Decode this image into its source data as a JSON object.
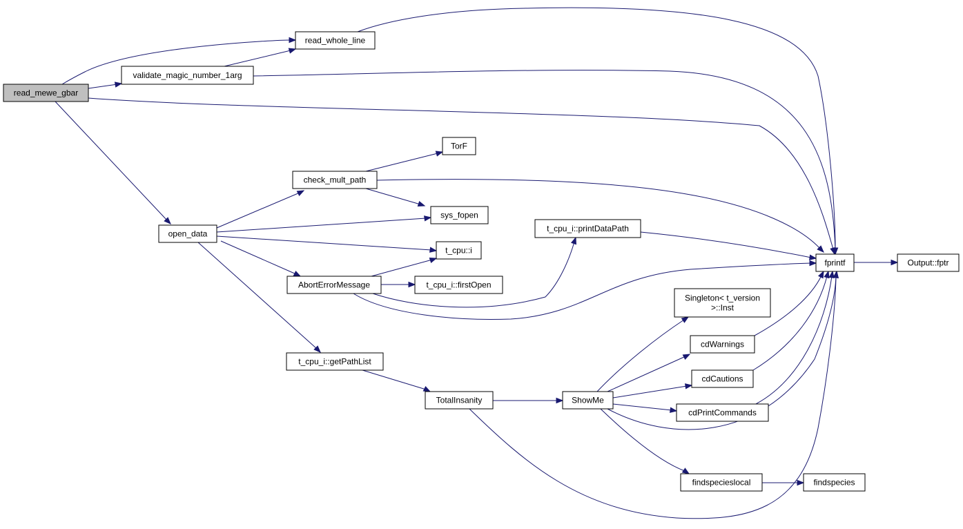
{
  "graph": {
    "type": "call-graph",
    "edge_color": "#191970",
    "root_fill": "#bfbfbf",
    "nodes": [
      {
        "id": "read_mewe_gbar",
        "lines": [
          "read_mewe_gbar"
        ],
        "root": true
      },
      {
        "id": "read_whole_line",
        "lines": [
          "read_whole_line"
        ]
      },
      {
        "id": "validate_magic_number_1arg",
        "lines": [
          "validate_magic_number_1arg"
        ]
      },
      {
        "id": "fprintf",
        "lines": [
          "fprintf"
        ]
      },
      {
        "id": "Output::fptr",
        "lines": [
          "Output::fptr"
        ]
      },
      {
        "id": "open_data",
        "lines": [
          "open_data"
        ]
      },
      {
        "id": "TorF",
        "lines": [
          "TorF"
        ]
      },
      {
        "id": "check_mult_path",
        "lines": [
          "check_mult_path"
        ]
      },
      {
        "id": "sys_fopen",
        "lines": [
          "sys_fopen"
        ]
      },
      {
        "id": "t_cpu_i::printDataPath",
        "lines": [
          "t_cpu_i::printDataPath"
        ]
      },
      {
        "id": "t_cpu::i",
        "lines": [
          "t_cpu::i"
        ]
      },
      {
        "id": "AbortErrorMessage",
        "lines": [
          "AbortErrorMessage"
        ]
      },
      {
        "id": "t_cpu_i::firstOpen",
        "lines": [
          "t_cpu_i::firstOpen"
        ]
      },
      {
        "id": "Singleton< t_version >::Inst",
        "lines": [
          "Singleton< t_version",
          ">::Inst"
        ]
      },
      {
        "id": "cdWarnings",
        "lines": [
          "cdWarnings"
        ]
      },
      {
        "id": "t_cpu_i::getPathList",
        "lines": [
          "t_cpu_i::getPathList"
        ]
      },
      {
        "id": "cdCautions",
        "lines": [
          "cdCautions"
        ]
      },
      {
        "id": "TotalInsanity",
        "lines": [
          "TotalInsanity"
        ]
      },
      {
        "id": "ShowMe",
        "lines": [
          "ShowMe"
        ]
      },
      {
        "id": "cdPrintCommands",
        "lines": [
          "cdPrintCommands"
        ]
      },
      {
        "id": "findspecieslocal",
        "lines": [
          "findspecieslocal"
        ]
      },
      {
        "id": "findspecies",
        "lines": [
          "findspecies"
        ]
      }
    ],
    "edges": [
      {
        "from": "read_mewe_gbar",
        "to": "read_whole_line"
      },
      {
        "from": "read_mewe_gbar",
        "to": "validate_magic_number_1arg"
      },
      {
        "from": "read_mewe_gbar",
        "to": "fprintf"
      },
      {
        "from": "read_mewe_gbar",
        "to": "open_data"
      },
      {
        "from": "read_whole_line",
        "to": "fprintf"
      },
      {
        "from": "validate_magic_number_1arg",
        "to": "read_whole_line"
      },
      {
        "from": "validate_magic_number_1arg",
        "to": "fprintf"
      },
      {
        "from": "fprintf",
        "to": "Output::fptr"
      },
      {
        "from": "open_data",
        "to": "check_mult_path"
      },
      {
        "from": "open_data",
        "to": "sys_fopen"
      },
      {
        "from": "open_data",
        "to": "t_cpu::i"
      },
      {
        "from": "open_data",
        "to": "AbortErrorMessage"
      },
      {
        "from": "open_data",
        "to": "t_cpu_i::getPathList"
      },
      {
        "from": "check_mult_path",
        "to": "TorF"
      },
      {
        "from": "check_mult_path",
        "to": "sys_fopen"
      },
      {
        "from": "check_mult_path",
        "to": "fprintf"
      },
      {
        "from": "t_cpu_i::printDataPath",
        "to": "fprintf"
      },
      {
        "from": "AbortErrorMessage",
        "to": "t_cpu::i"
      },
      {
        "from": "AbortErrorMessage",
        "to": "t_cpu_i::firstOpen"
      },
      {
        "from": "AbortErrorMessage",
        "to": "t_cpu_i::printDataPath"
      },
      {
        "from": "AbortErrorMessage",
        "to": "fprintf"
      },
      {
        "from": "t_cpu_i::getPathList",
        "to": "TotalInsanity"
      },
      {
        "from": "TotalInsanity",
        "to": "ShowMe"
      },
      {
        "from": "TotalInsanity",
        "to": "fprintf"
      },
      {
        "from": "ShowMe",
        "to": "Singleton< t_version >::Inst"
      },
      {
        "from": "ShowMe",
        "to": "cdWarnings"
      },
      {
        "from": "ShowMe",
        "to": "cdCautions"
      },
      {
        "from": "ShowMe",
        "to": "cdPrintCommands"
      },
      {
        "from": "ShowMe",
        "to": "fprintf"
      },
      {
        "from": "ShowMe",
        "to": "findspecieslocal"
      },
      {
        "from": "cdWarnings",
        "to": "fprintf"
      },
      {
        "from": "cdCautions",
        "to": "fprintf"
      },
      {
        "from": "cdPrintCommands",
        "to": "fprintf"
      },
      {
        "from": "findspecieslocal",
        "to": "findspecies"
      }
    ]
  }
}
